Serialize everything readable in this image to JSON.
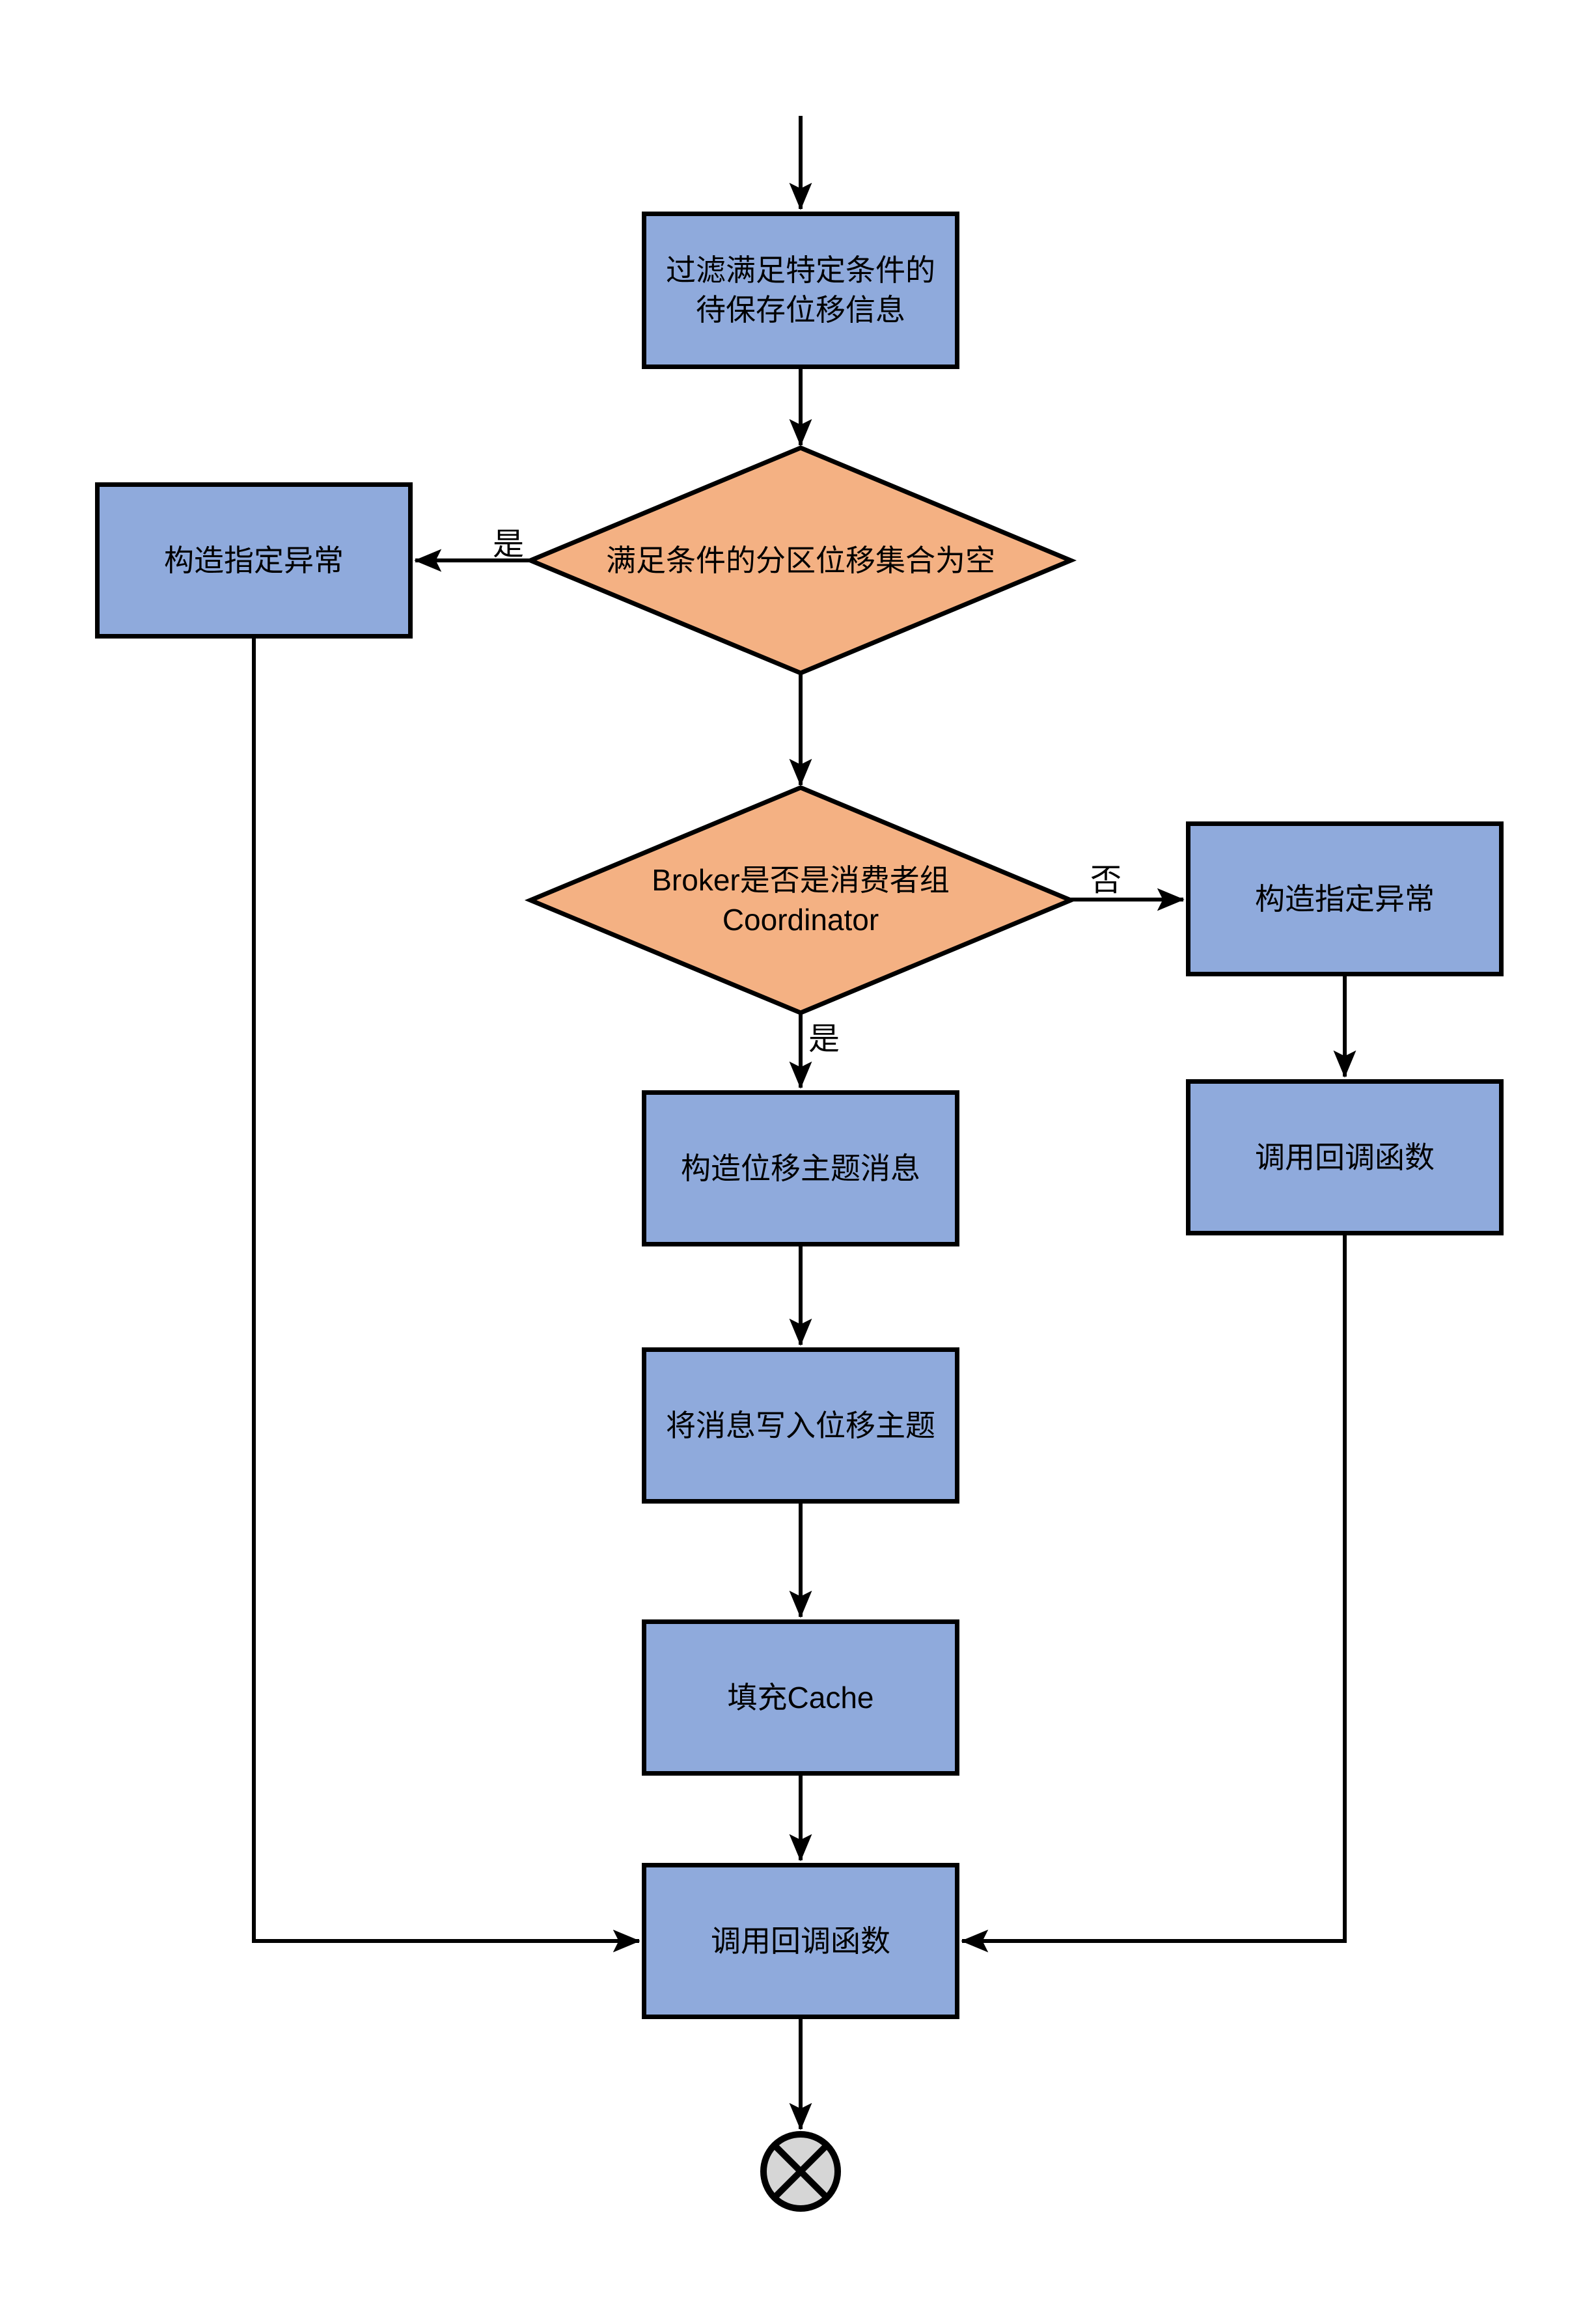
{
  "diagram": {
    "colors": {
      "process_fill": "#8faadc",
      "decision_fill": "#f4b183",
      "terminator_fill": "#d6d6d6",
      "stroke": "#000000",
      "background": "#ffffff"
    },
    "nodes": {
      "filter": {
        "type": "process",
        "label": "过滤满足特定条件的\n待保存位移信息"
      },
      "decision_empty": {
        "type": "decision",
        "label": "满足条件的分区位移集合为空"
      },
      "exception_left": {
        "type": "process",
        "label": "构造指定异常"
      },
      "decision_coordinator": {
        "type": "decision",
        "label": "Broker是否是消费者组\nCoordinator"
      },
      "exception_right": {
        "type": "process",
        "label": "构造指定异常"
      },
      "callback_right": {
        "type": "process",
        "label": "调用回调函数"
      },
      "build_message": {
        "type": "process",
        "label": "构造位移主题消息"
      },
      "write_topic": {
        "type": "process",
        "label": "将消息写入位移主题"
      },
      "fill_cache": {
        "type": "process",
        "label": "填充Cache"
      },
      "callback_final": {
        "type": "process",
        "label": "调用回调函数"
      },
      "end": {
        "type": "terminator",
        "label": ""
      }
    },
    "edge_labels": {
      "yes_left": "是",
      "no_right": "否",
      "yes_down": "是"
    }
  }
}
